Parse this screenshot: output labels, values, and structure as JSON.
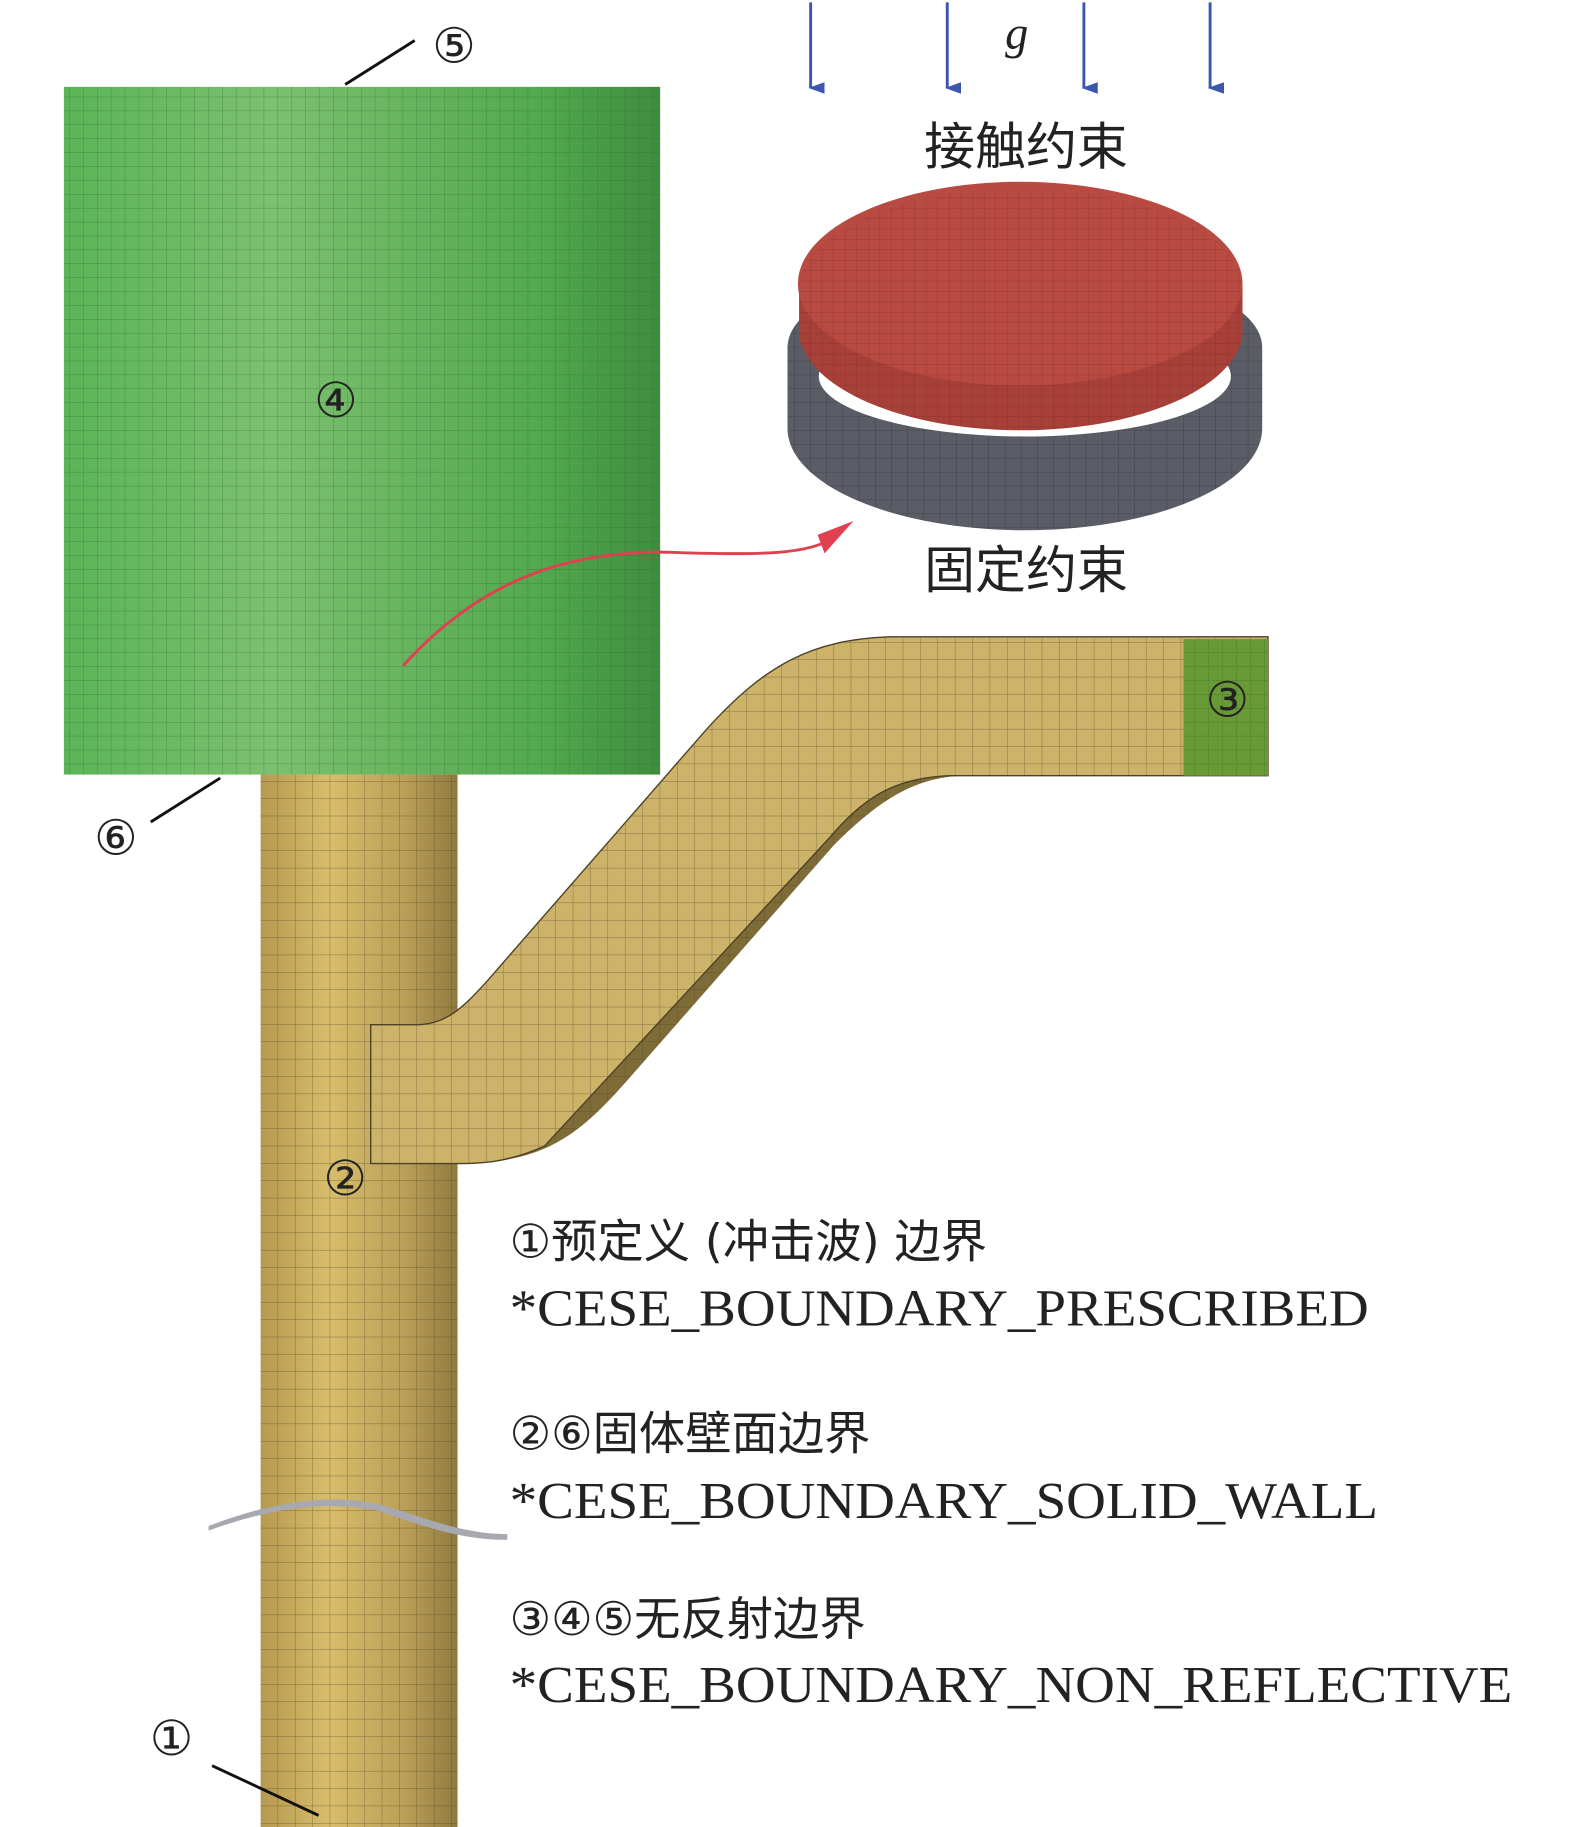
{
  "gravity_label": "g",
  "disc": {
    "top_label": "接触约束",
    "bottom_label": "固定约束"
  },
  "markers": {
    "m1": "①",
    "m2": "②",
    "m3": "③",
    "m4": "④",
    "m5": "⑤",
    "m6": "⑥"
  },
  "legend": [
    {
      "title": "①预定义 (冲击波) 边界",
      "keyword": "*CESE_BOUNDARY_PRESCRIBED"
    },
    {
      "title": "②⑥固体壁面边界",
      "keyword": "*CESE_BOUNDARY_SOLID_WALL"
    },
    {
      "title": "③④⑤无反射边界",
      "keyword": "*CESE_BOUNDARY_NON_REFLECTIVE"
    }
  ],
  "colors": {
    "air_domain": "#5fb85a",
    "pipe": "#c9b063",
    "outlet": "#6a9a35",
    "disc_top": "#b8473f",
    "disc_ring": "#5a5c66",
    "gravity_arrow": "#3b55b0",
    "callout_arrow": "#e0404f"
  }
}
